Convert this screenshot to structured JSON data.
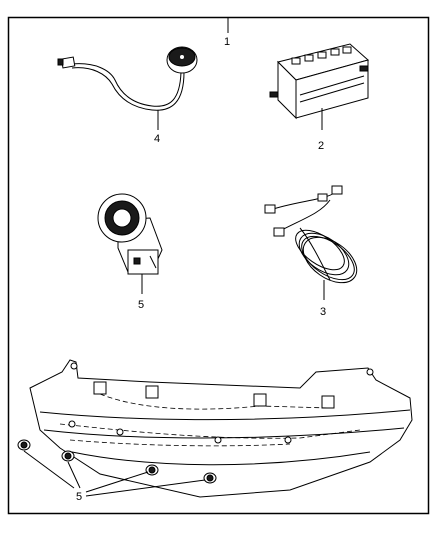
{
  "callouts": {
    "assembly": "1",
    "control_module": "2",
    "wiring_harness": "3",
    "indicator": "4",
    "sensor": "5",
    "sensor_group": "5"
  }
}
